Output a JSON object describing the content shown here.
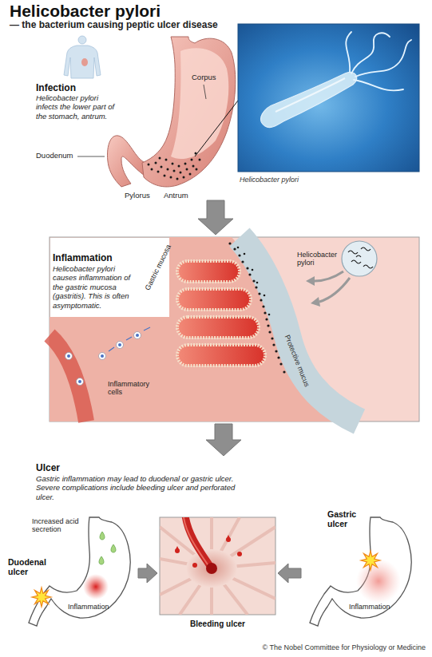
{
  "diagram": {
    "title": "Helicobacter pylori",
    "nodes": [
      {
        "text": [
          "Infection",
          "Helicobacter pylori infects the lower part of the stomach, antrum."
        ]
      },
      {
        "text": [
          "Helicobacter pylori"
        ]
      },
      {
        "text": [
          "Inflammation",
          "Helicobacter pylori causes inflammation of the gastric mucosa (gastritis). This is often asymptomatic."
        ]
      },
      {
        "text": [
          "Ulcer",
          "Gastric inflammation may lead to duodenal or gastric ulcer. Severe complications include bleeding ulcer and perforated ulcer."
        ]
      },
      {
        "text": [
          "Increased acid secretion",
          "Duodenal ulcer",
          "Inflammation"
        ]
      },
      {
        "text": [
          "Bleeding ulcer"
        ]
      },
      {
        "text": [
          "Gastric ulcer",
          "Inflammation"
        ]
      }
    ],
    "edges": [
      {
        "from": 0,
        "to": 2,
        "arrow": "to"
      },
      {
        "from": 2,
        "to": 3,
        "arrow": "to"
      },
      {
        "from": 4,
        "to": 5,
        "arrow": "to"
      },
      {
        "from": 6,
        "to": 5,
        "arrow": "to"
      }
    ],
    "labels": [
      "— the bacterium causing peptic ulcer disease",
      "Corpus",
      "Duodenum",
      "Pylorus",
      "Antrum",
      "Gastric mucosa",
      "Helicobacter pylori",
      "Protective mucus",
      "Inflammatory cells",
      "© The Nobel Committee for Physiology or Medicine"
    ]
  }
}
